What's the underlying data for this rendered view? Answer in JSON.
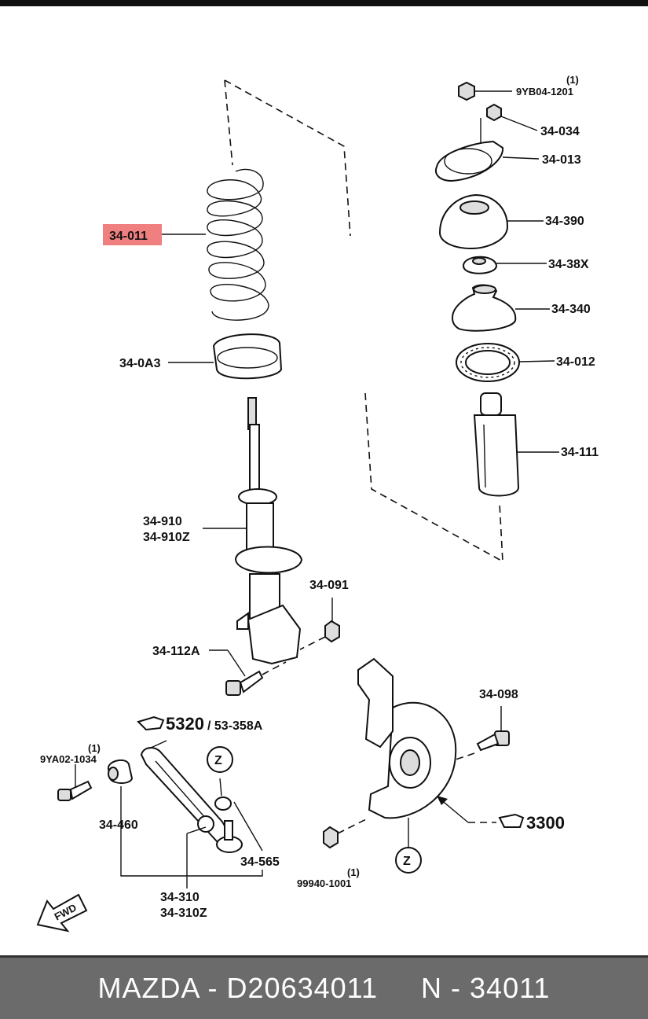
{
  "parts": {
    "p_9yb04": "9YB04-1201",
    "p_9yb04_qty": "(1)",
    "p_34034": "34-034",
    "p_34013": "34-013",
    "p_34390": "34-390",
    "p_3438x": "34-38X",
    "p_34340": "34-340",
    "p_34012": "34-012",
    "p_34111": "34-111",
    "p_34011": "34-011",
    "p_340a3": "34-0A3",
    "p_34910": "34-910",
    "p_34910z": "34-910Z",
    "p_34091": "34-091",
    "p_34112a": "34-112A",
    "p_34098": "34-098",
    "p_5320": "5320",
    "p_53358a": "/ 53-358A",
    "p_9ya02": "9YA02-1034",
    "p_9ya02_qty": "(1)",
    "p_34460": "34-460",
    "p_34565": "34-565",
    "p_34310": "34-310",
    "p_34310z": "34-310Z",
    "p_3300": "3300",
    "p_99940": "99940-1001",
    "p_99940_qty": "(1)",
    "z_mark": "Z",
    "fwd": "FWD"
  },
  "highlight_color": "#f08080",
  "footer": {
    "text": "MAZDA - D20634011     N - 34011"
  }
}
